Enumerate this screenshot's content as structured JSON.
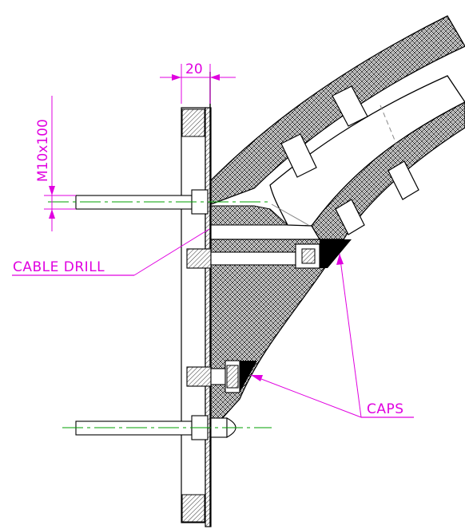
{
  "drawing": {
    "dimension_width": "20",
    "dimension_bolt": "M10x100",
    "label_cable_drill": "CABLE  DRILL",
    "label_caps": "CAPS"
  },
  "colors": {
    "annotation": "#e000e0",
    "centerline": "#00a000",
    "outline": "#000000",
    "hidden": "#888888"
  }
}
